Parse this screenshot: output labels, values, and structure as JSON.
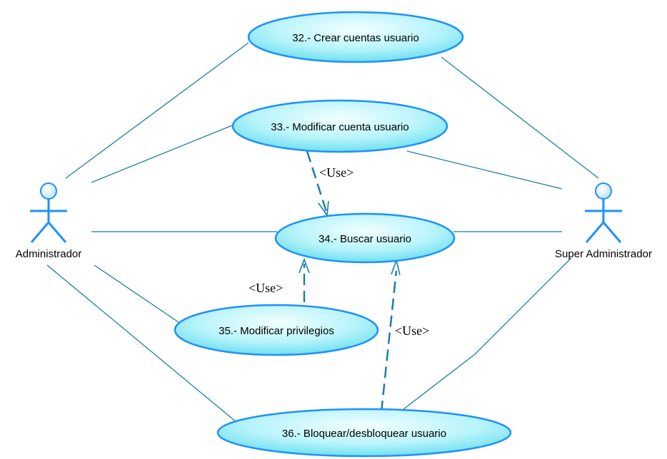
{
  "actors": {
    "left": {
      "name": "Administrador"
    },
    "right": {
      "name": "Super Administrador"
    }
  },
  "use_cases": {
    "uc32": "32.- Crear cuentas usuario",
    "uc33": "33.- Modificar cuenta usuario",
    "uc34": "34.- Buscar usuario",
    "uc35": "35.- Modificar privilegios",
    "uc36": "36.- Bloquear/desbloquear usuario"
  },
  "relations": {
    "use_33_34": "<Use>",
    "use_35_34": "<Use>",
    "use_36_34": "<Use>"
  },
  "colors": {
    "line": "#1a7fa8",
    "ellipse_stroke": "#1e90ff",
    "ellipse_fill_light": "#e8ffff",
    "ellipse_fill_mid": "#7fe8f4",
    "actor": "#1e90ff",
    "actor_head_fill": "#e0f4ff"
  }
}
